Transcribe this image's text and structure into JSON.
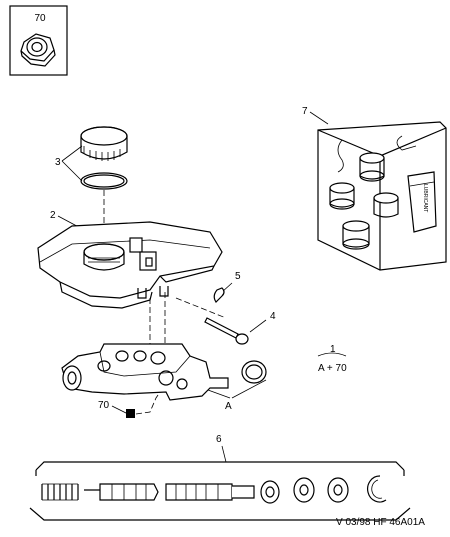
{
  "callouts": {
    "inset_nut": "70",
    "cap": "3",
    "reservoir": "2",
    "pin": "4",
    "clip": "5",
    "repair_kit": "7",
    "seal_kit": "6",
    "master_cylinder_nut": "70",
    "note_num": "1",
    "note_formula": "A + 70",
    "ref_a": "A"
  },
  "lubricant_label": "LUBRICANT",
  "footer": "V 03/98  HF 46A01A",
  "icons": [
    "nut-icon",
    "reservoir-cap-icon",
    "reservoir-icon",
    "master-cylinder-icon",
    "pin-icon",
    "clip-icon",
    "o-ring-icon",
    "repair-kit-box-icon",
    "seal-kit-tray-icon",
    "tightening-square-icon"
  ]
}
